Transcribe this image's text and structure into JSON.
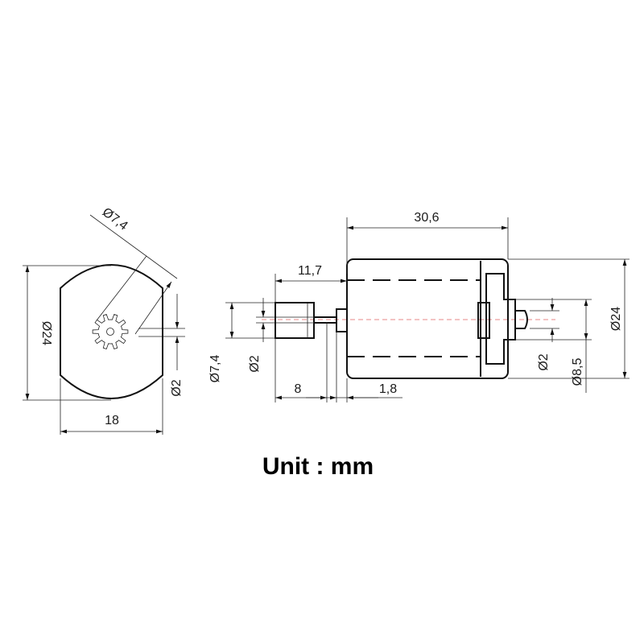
{
  "front_view": {
    "dim_gear_diameter": "Ø7,4",
    "dim_body_diameter": "Ø24",
    "dim_shaft_diameter": "Ø2",
    "dim_flat_width": "18"
  },
  "side_view": {
    "dim_total_length": "30,6",
    "dim_gear_length": "11,7",
    "dim_gear_diameter": "Ø7,4",
    "dim_shaft_diameter_front": "Ø2",
    "dim_gear_width": "8",
    "dim_boss_length": "1,8",
    "dim_rear_shaft_diameter": "Ø2",
    "dim_rear_boss_diameter": "Ø8,5",
    "dim_body_diameter": "Ø24"
  },
  "unit_label": "Unit : mm",
  "colors": {
    "line": "#111111",
    "centerline": "#e06060"
  }
}
